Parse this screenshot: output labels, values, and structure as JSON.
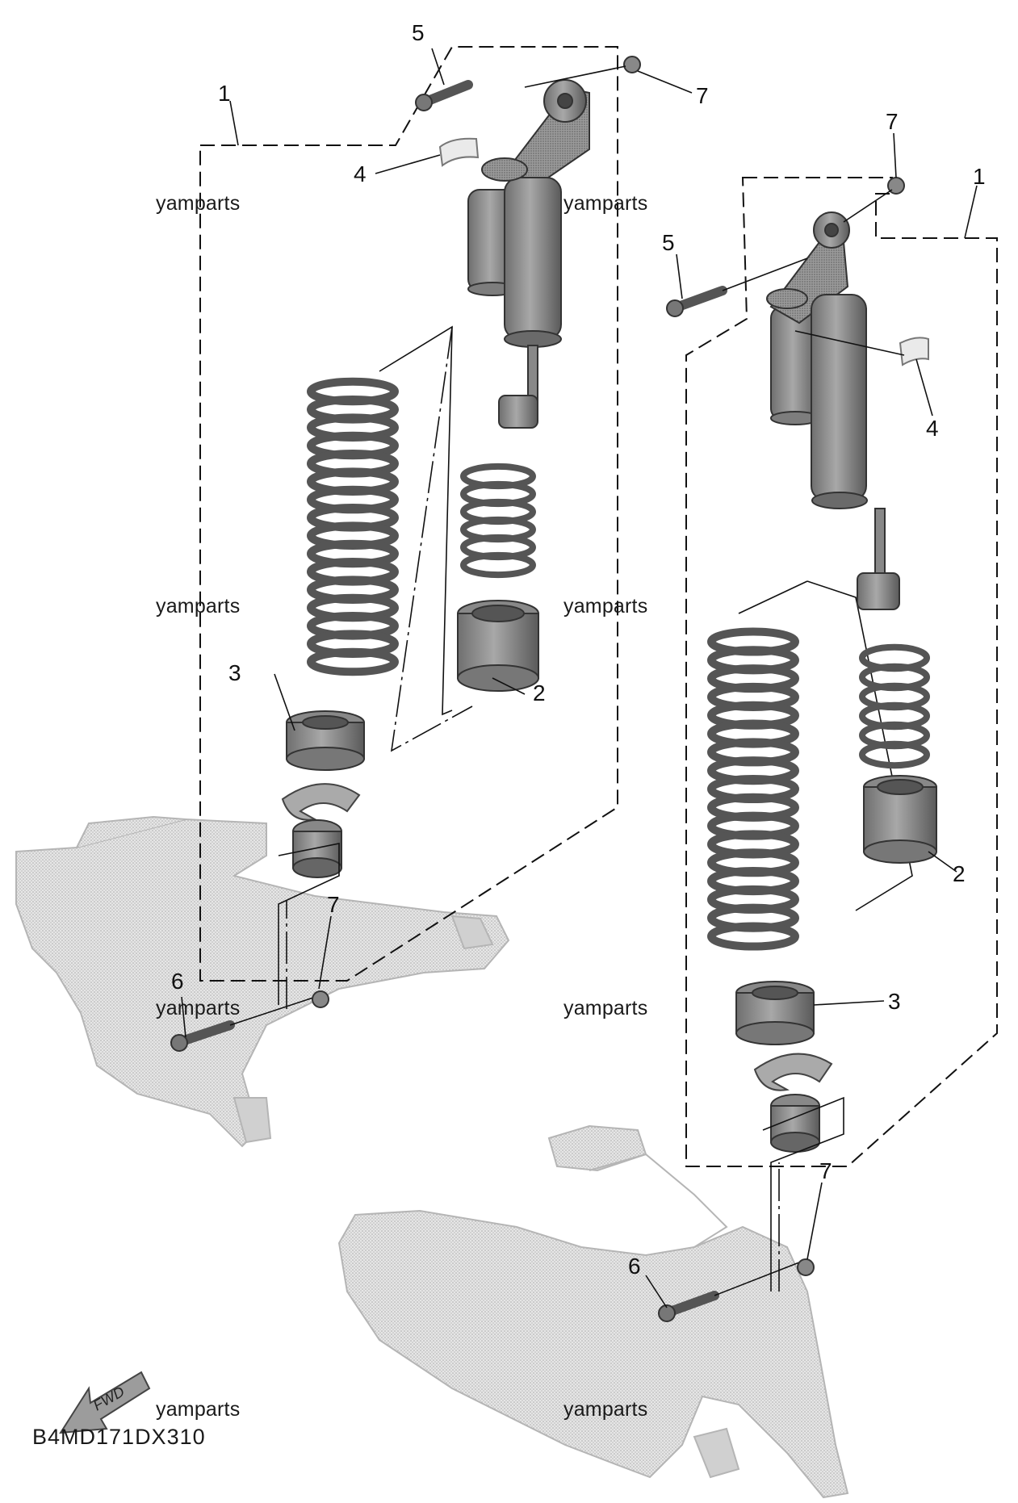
{
  "callouts": {
    "left": {
      "c1": "1",
      "c2": "2",
      "c3": "3",
      "c4": "4",
      "c5": "5",
      "c6": "6",
      "c7a": "7",
      "c7b": "7"
    },
    "right": {
      "c1": "1",
      "c2": "2",
      "c3": "3",
      "c4": "4",
      "c5": "5",
      "c6": "6",
      "c7a": "7",
      "c7b": "7"
    }
  },
  "watermarks": [
    "yamparts",
    "yamparts",
    "yamparts",
    "yamparts",
    "yamparts",
    "yamparts",
    "yamparts",
    "yamparts"
  ],
  "fwd_label": "FWD",
  "drawing_code": "B4MD171DX310",
  "colors": {
    "part_gray": "#8a8a8a",
    "part_dark": "#5e5e5e",
    "swingarm": "#dcdcdc",
    "line": "#111111"
  }
}
